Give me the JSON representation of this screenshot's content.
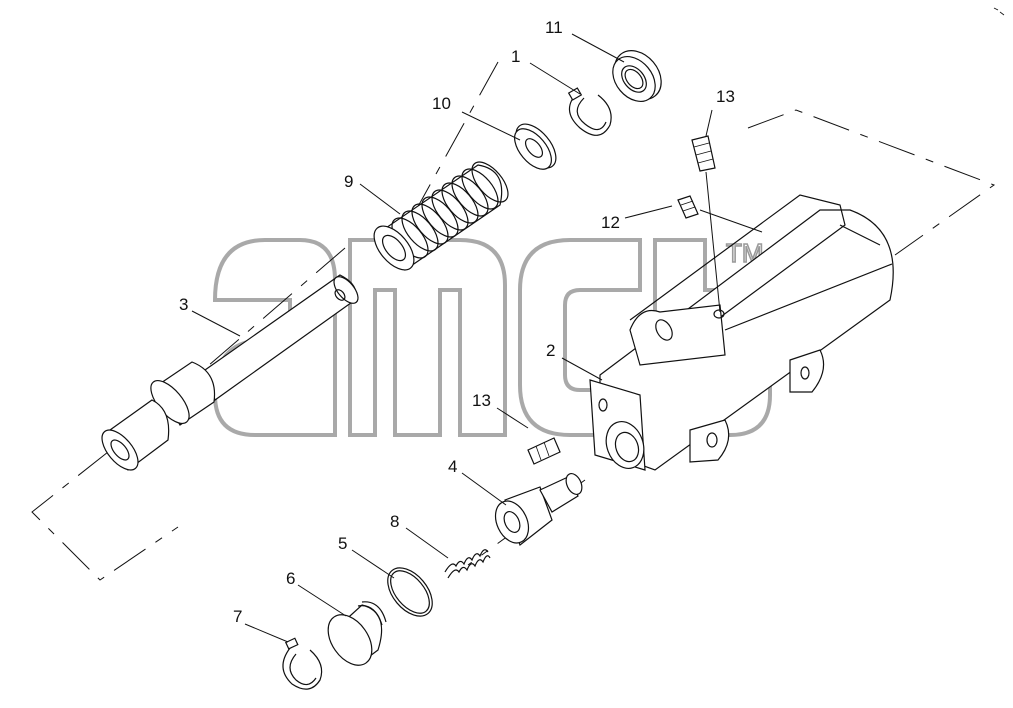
{
  "diagram": {
    "callouts": [
      {
        "id": "c1",
        "text": "1"
      },
      {
        "id": "c2",
        "text": "2"
      },
      {
        "id": "c3",
        "text": "3"
      },
      {
        "id": "c4",
        "text": "4"
      },
      {
        "id": "c5",
        "text": "5"
      },
      {
        "id": "c6",
        "text": "6"
      },
      {
        "id": "c7",
        "text": "7"
      },
      {
        "id": "c8",
        "text": "8"
      },
      {
        "id": "c9",
        "text": "9"
      },
      {
        "id": "c10",
        "text": "10"
      },
      {
        "id": "c11",
        "text": "11"
      },
      {
        "id": "c12",
        "text": "12"
      },
      {
        "id": "c13a",
        "text": "13"
      },
      {
        "id": "c13b",
        "text": "13"
      }
    ],
    "watermark": {
      "text": "amcb",
      "mark": "TM"
    }
  }
}
